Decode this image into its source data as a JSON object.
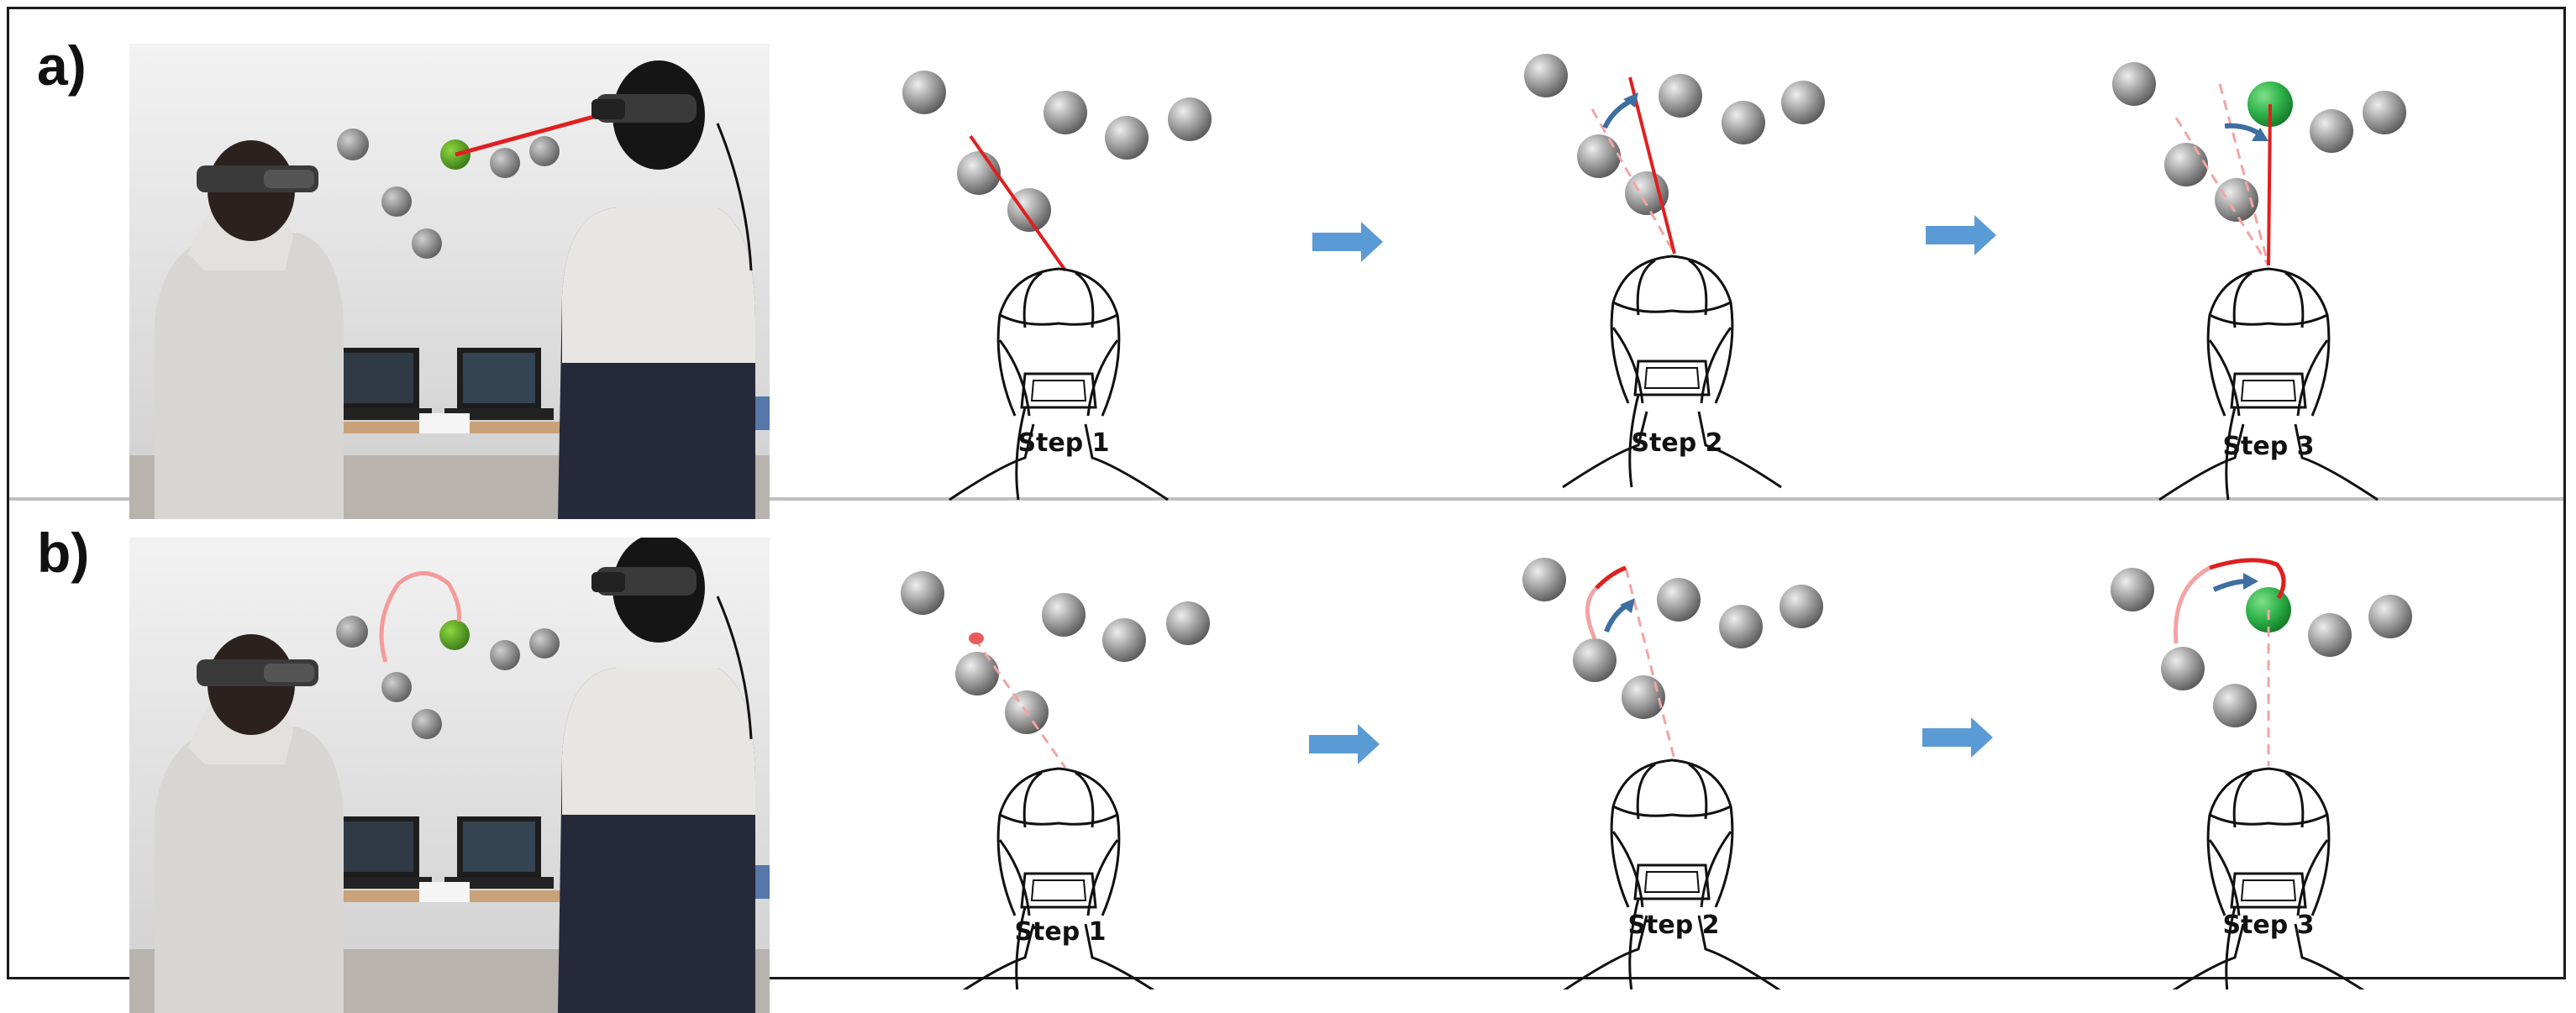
{
  "panels": [
    {
      "label": "a)",
      "steps": [
        "Step 1",
        "Step 2",
        "Step 3"
      ]
    },
    {
      "label": "b)",
      "steps": [
        "Step 1",
        "Step 2",
        "Step 3"
      ]
    }
  ],
  "colors": {
    "ray": "#e01f1f",
    "ray_faded": "#f4a3a3",
    "arrow": "#5b9bd5",
    "direction_arrow": "#3d6fa3",
    "sphere_gray": "#8c8c8c",
    "sphere_target": "#2fb34a",
    "wall": "#dedede"
  }
}
